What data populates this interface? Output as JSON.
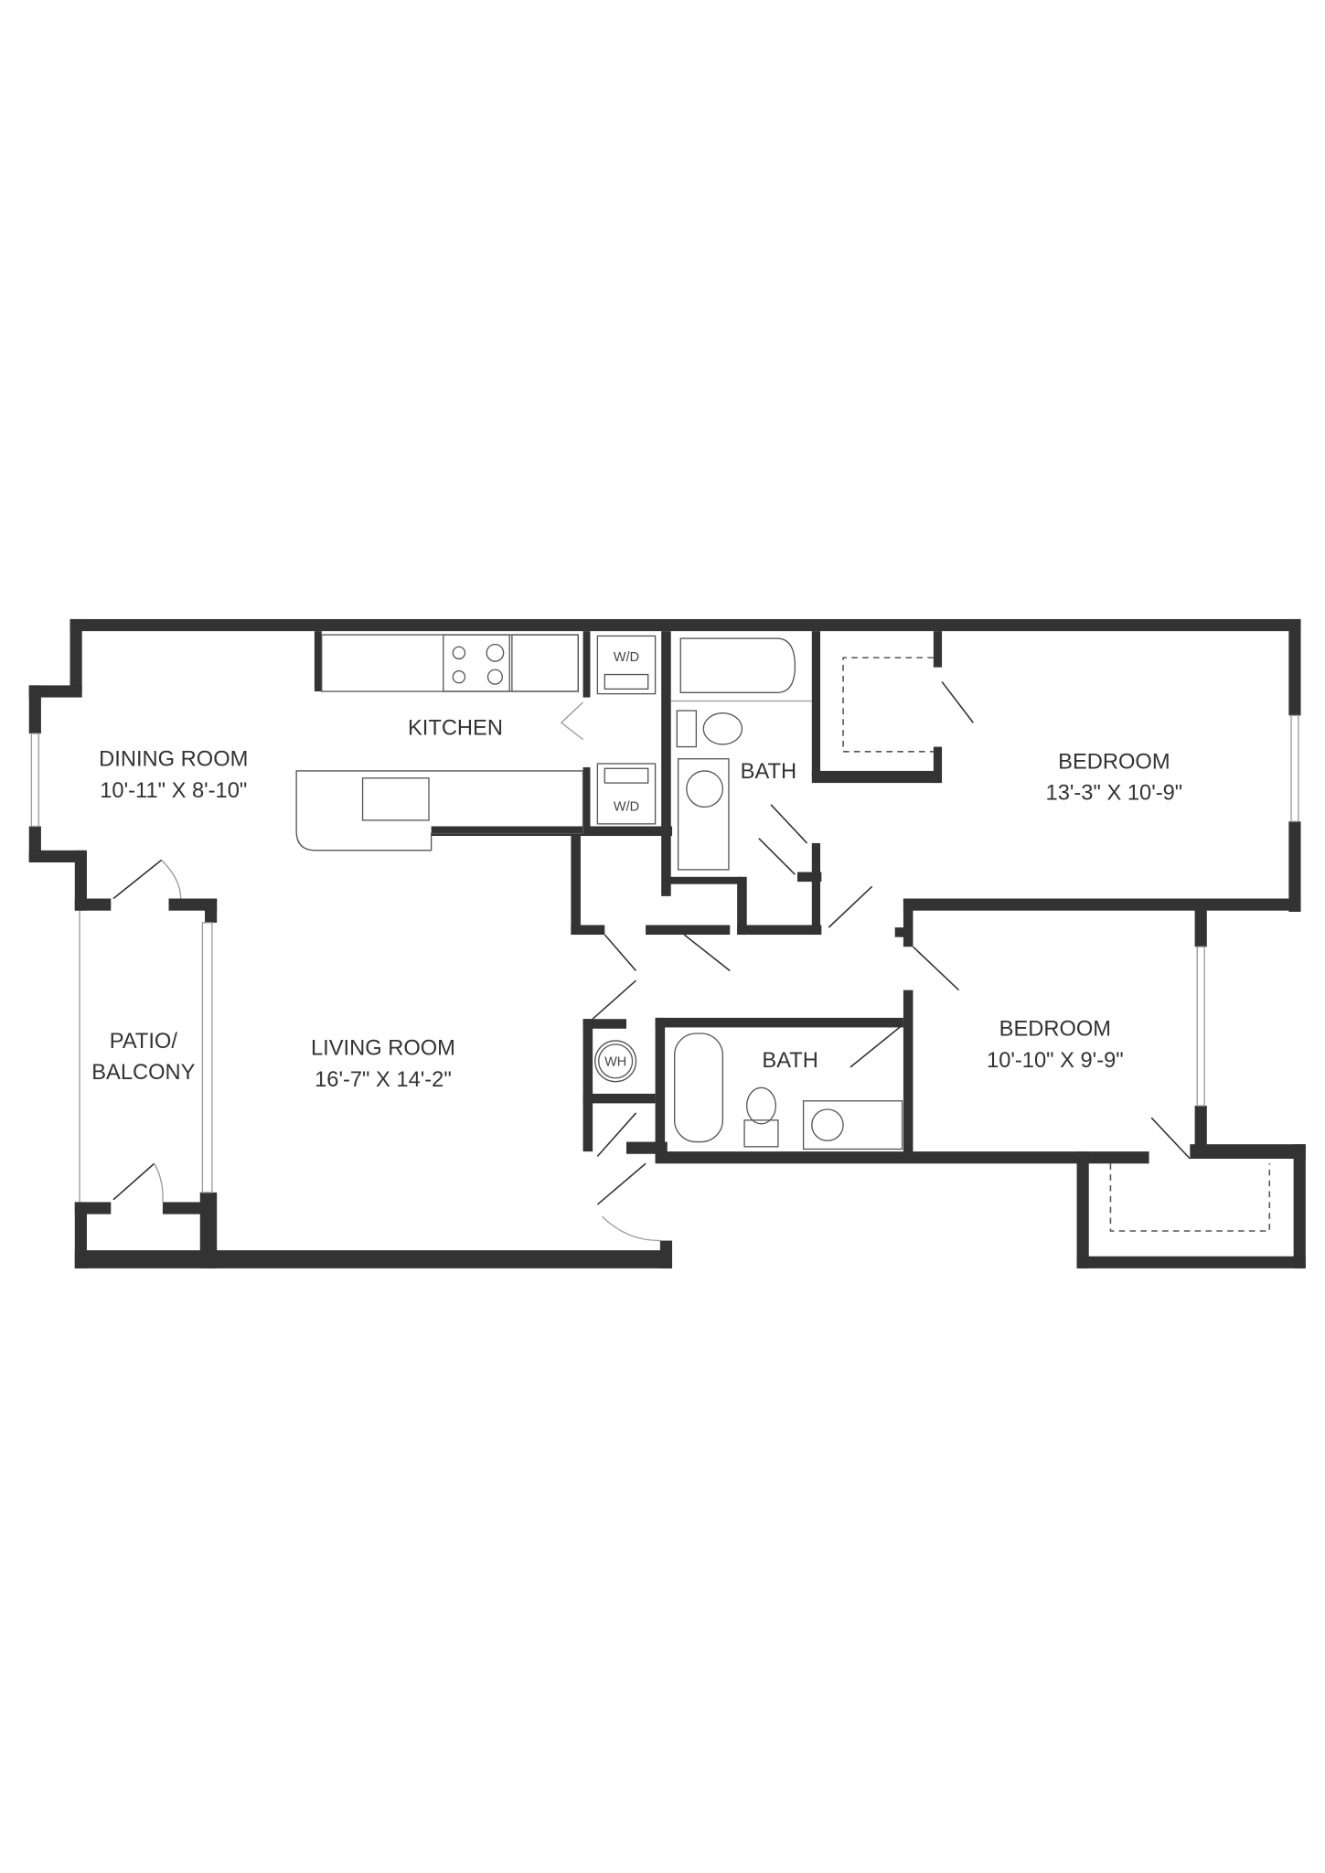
{
  "rooms": {
    "dining": {
      "name": "DINING ROOM",
      "dims": "10'-11\" X 8'-10\""
    },
    "kitchen": {
      "name": "KITCHEN"
    },
    "living": {
      "name": "LIVING ROOM",
      "dims": "16'-7\" X 14'-2\""
    },
    "patio": {
      "name_line1": "PATIO/",
      "name_line2": "BALCONY"
    },
    "bath1": {
      "name": "BATH"
    },
    "bath2": {
      "name": "BATH"
    },
    "bedroom1": {
      "name": "BEDROOM",
      "dims": "13'-3\" X 10'-9\""
    },
    "bedroom2": {
      "name": "BEDROOM",
      "dims": "10'-10\" X 9'-9\""
    }
  },
  "fixtures": {
    "wd_top": "W/D",
    "wd_bottom": "W/D",
    "water_heater": "WH"
  },
  "colors": {
    "wall": "#333333",
    "background": "#ffffff"
  }
}
